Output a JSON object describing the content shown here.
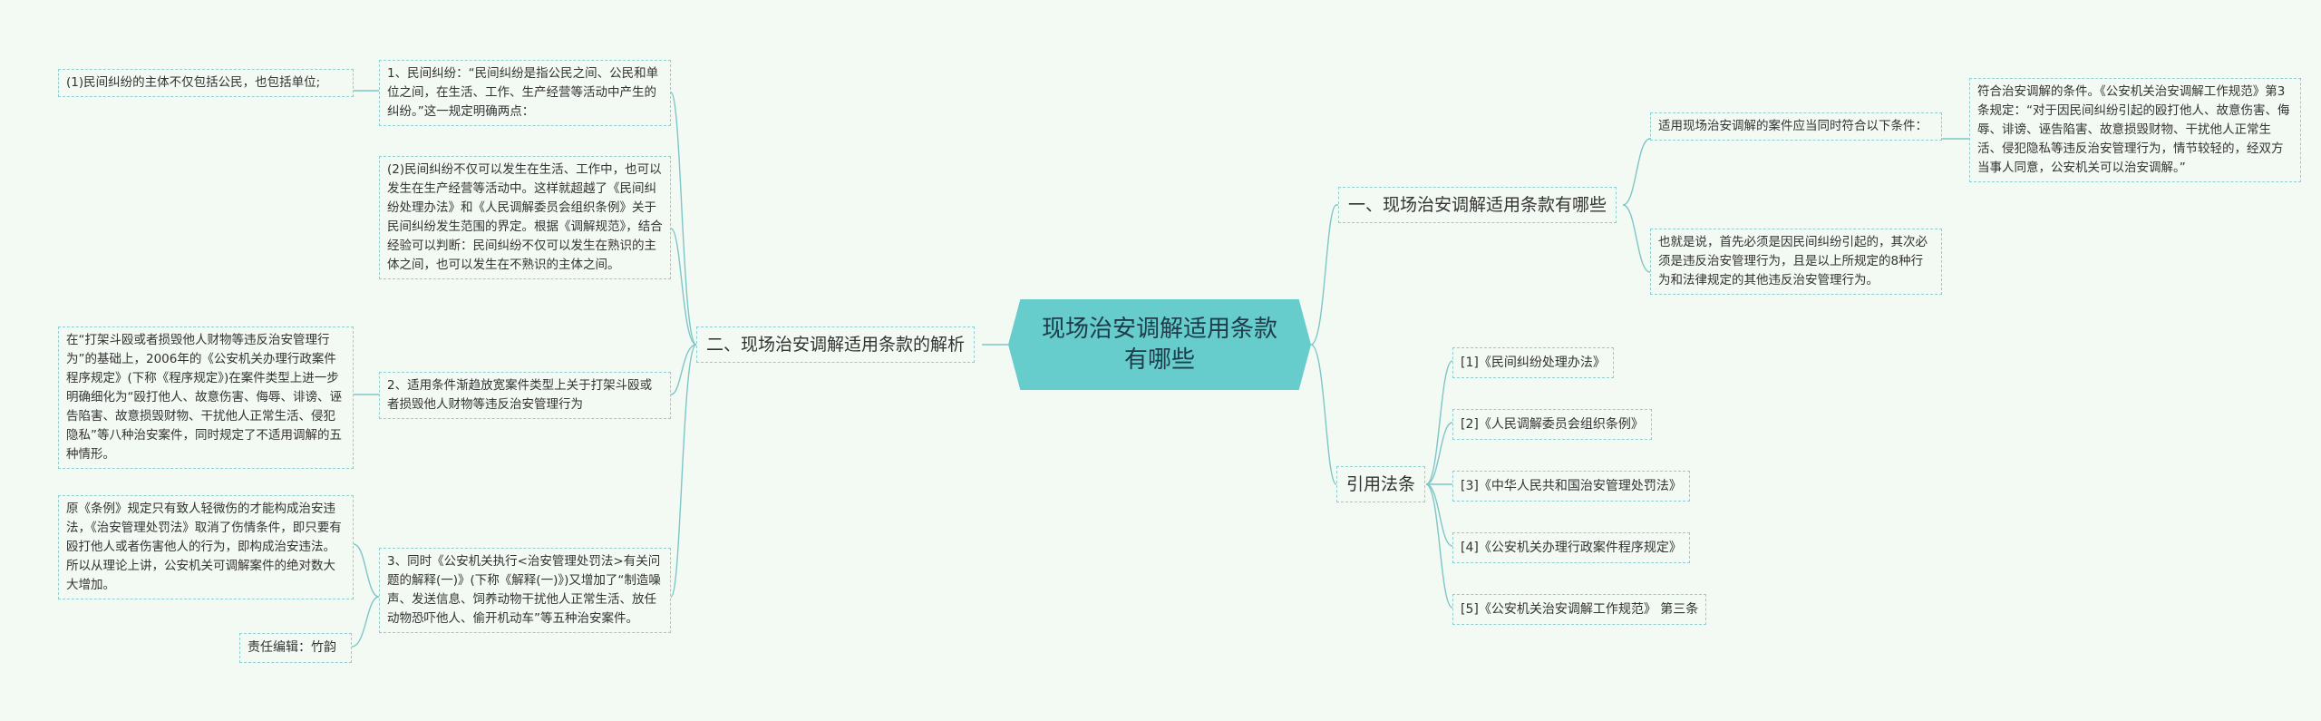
{
  "center": {
    "title": "现场治安调解适用条款有哪些"
  },
  "right": {
    "section1": {
      "label": "一、现场治安调解适用条款有哪些",
      "children": [
        "适用现场治安调解的案件应当同时符合以下条件：",
        "也就是说，首先必须是因民间纠纷引起的，其次必须是违反治安管理行为，且是以上所规定的8种行为和法律规定的其他违反治安管理行为。"
      ],
      "leaf": "符合治安调解的条件。《公安机关治安调解工作规范》第3条规定：“对于因民间纠纷引起的殴打他人、故意伤害、侮辱、诽谤、诬告陷害、故意损毁财物、干扰他人正常生活、侵犯隐私等违反治安管理行为，情节较轻的，经双方当事人同意，公安机关可以治安调解。”"
    },
    "section2": {
      "label": "引用法条",
      "refs": [
        "[1]《民间纠纷处理办法》",
        "[2]《人民调解委员会组织条例》",
        "[3]《中华人民共和国治安管理处罚法》",
        "[4]《公安机关办理行政案件程序规定》",
        "[5]《公安机关治安调解工作规范》 第三条"
      ]
    }
  },
  "left": {
    "section": {
      "label": "二、现场治安调解适用条款的解析",
      "items": [
        "1、民间纠纷：“民间纠纷是指公民之间、公民和单位之间，在生活、工作、生产经营等活动中产生的纠纷。”这一规定明确两点：",
        "(2)民间纠纷不仅可以发生在生活、工作中，也可以发生在生产经营等活动中。这样就超越了《民间纠纷处理办法》和《人民调解委员会组织条例》关于民间纠纷发生范围的界定。根据《调解规范》，结合经验可以判断：民间纠纷不仅可以发生在熟识的主体之间，也可以发生在不熟识的主体之间。",
        "2、适用条件渐趋放宽案件类型上关于打架斗殴或者损毁他人财物等违反治安管理行为",
        "3、同时《公安机关执行<治安管理处罚法>有关问题的解释(一)》(下称《解释(一)》)又增加了“制造噪声、发送信息、饲养动物干扰他人正常生活、放任动物恐吓他人、偷开机动车”等五种治安案件。"
      ],
      "leaves": [
        "(1)民间纠纷的主体不仅包括公民，也包括单位;",
        "在“打架斗殴或者损毁他人财物等违反治安管理行为”的基础上，2006年的《公安机关办理行政案件程序规定》(下称《程序规定》)在案件类型上进一步明确细化为“殴打他人、故意伤害、侮辱、诽谤、诬告陷害、故意损毁财物、干扰他人正常生活、侵犯隐私”等八种治安案件，同时规定了不适用调解的五种情形。",
        "原《条例》规定只有致人轻微伤的才能构成治安违法，《治安管理处罚法》取消了伤情条件，即只要有殴打他人或者伤害他人的行为，即构成治安违法。所以从理论上讲，公安机关可调解案件的绝对数大大增加。"
      ],
      "editor": "责任编辑：竹韵"
    }
  }
}
